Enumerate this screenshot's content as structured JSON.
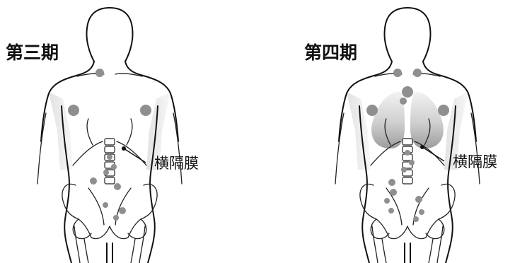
{
  "panels": [
    {
      "title": "第三期",
      "callout": "横隔膜"
    },
    {
      "title": "第四期",
      "callout": "横隔膜"
    }
  ],
  "colors": {
    "outline": "#111111",
    "lymph_node": "#8f8f8f",
    "shading": "#d0d0d0",
    "background": "#ffffff"
  }
}
